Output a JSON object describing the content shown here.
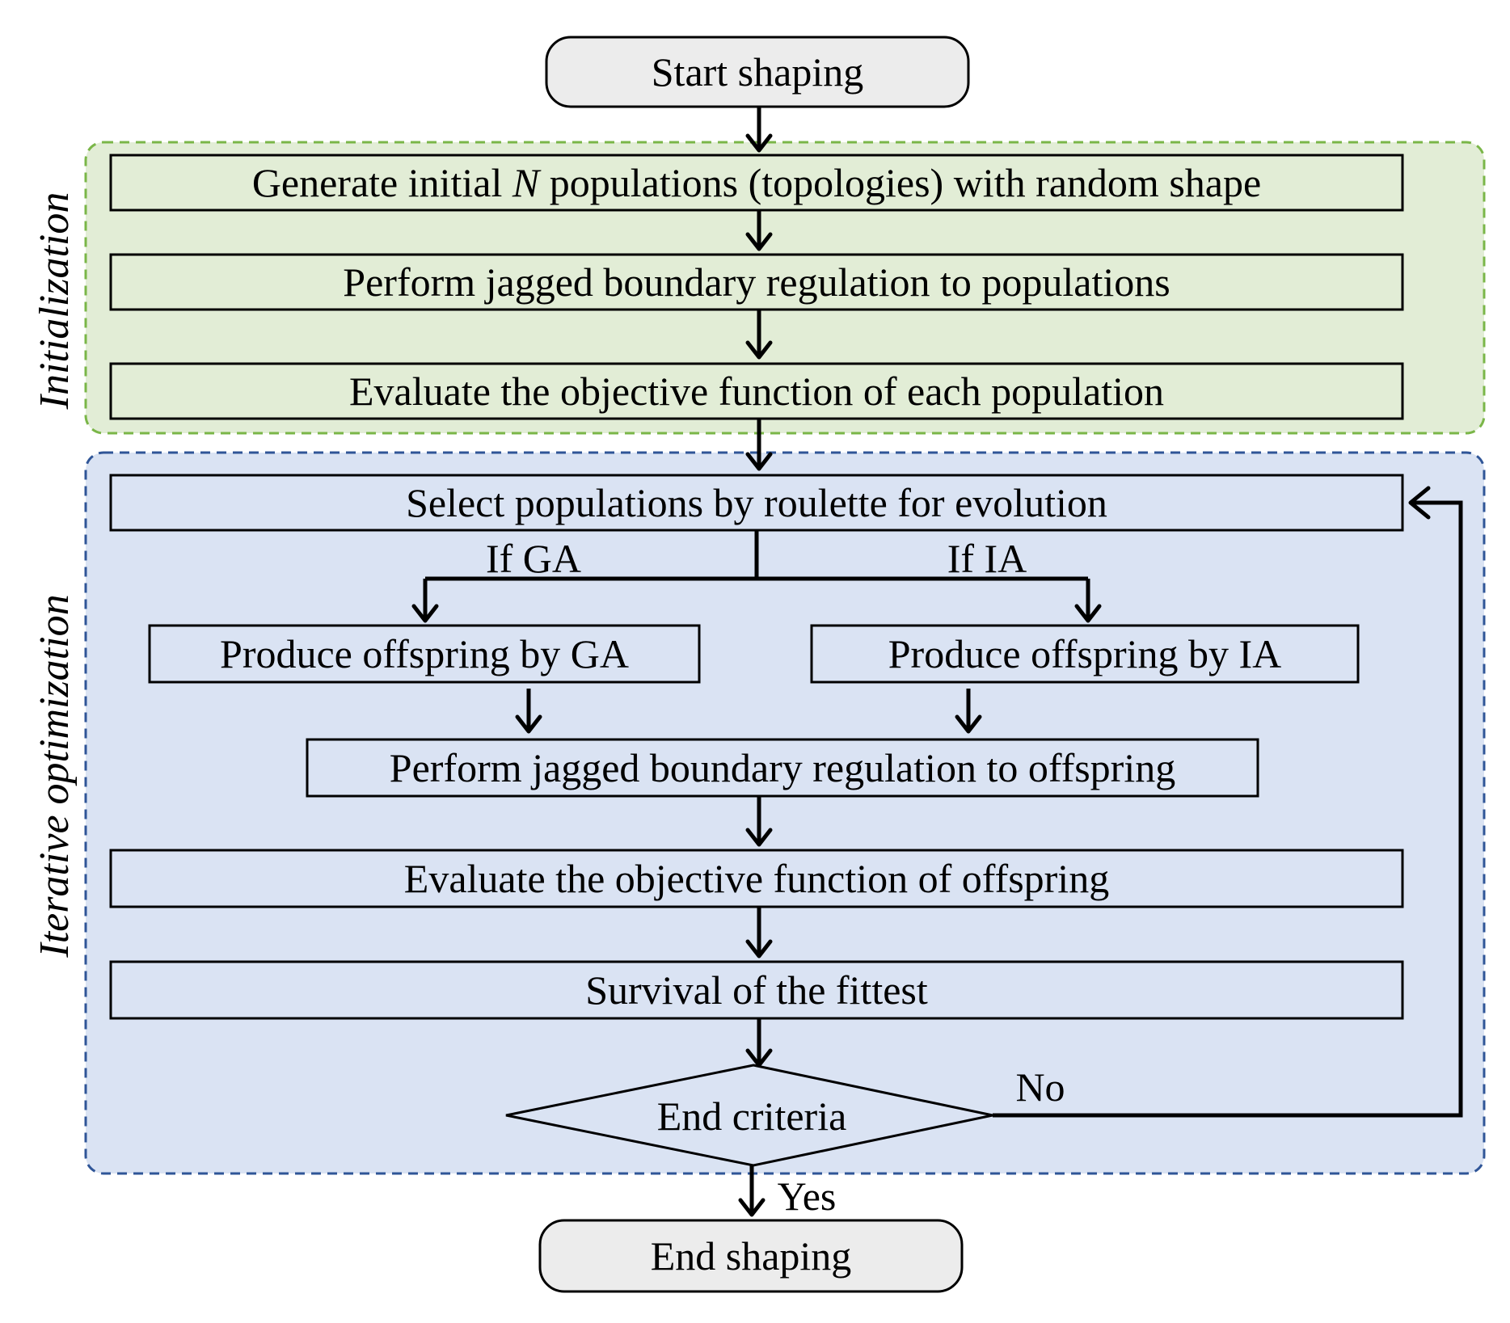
{
  "colors": {
    "init_fill": "#e2edd6",
    "init_border": "#7ab648",
    "init_label": "#70a84a",
    "iter_fill": "#dae3f3",
    "iter_border": "#2f5597",
    "iter_label": "#2e75b6",
    "terminal_fill": "#ececec"
  },
  "groups": {
    "initialization": "Initialization",
    "iterative": "Iterative optimization"
  },
  "nodes": {
    "start": "Start shaping",
    "generate_pre": "Generate initial ",
    "generate_var": "N",
    "generate_post": " populations (topologies) with random shape",
    "regulate_populations": "Perform jagged boundary regulation to populations",
    "evaluate_populations": "Evaluate the objective function of each population",
    "select": "Select populations by roulette for evolution",
    "offspring_ga": "Produce offspring by GA",
    "offspring_ia": "Produce offspring by IA",
    "regulate_offspring": "Perform jagged boundary regulation to offspring",
    "evaluate_offspring": "Evaluate the objective function of offspring",
    "survival": "Survival of the fittest",
    "end_criteria": "End criteria",
    "end": "End shaping"
  },
  "edge_labels": {
    "if_ga": "If GA",
    "if_ia": "If IA",
    "no": "No",
    "yes": "Yes"
  }
}
